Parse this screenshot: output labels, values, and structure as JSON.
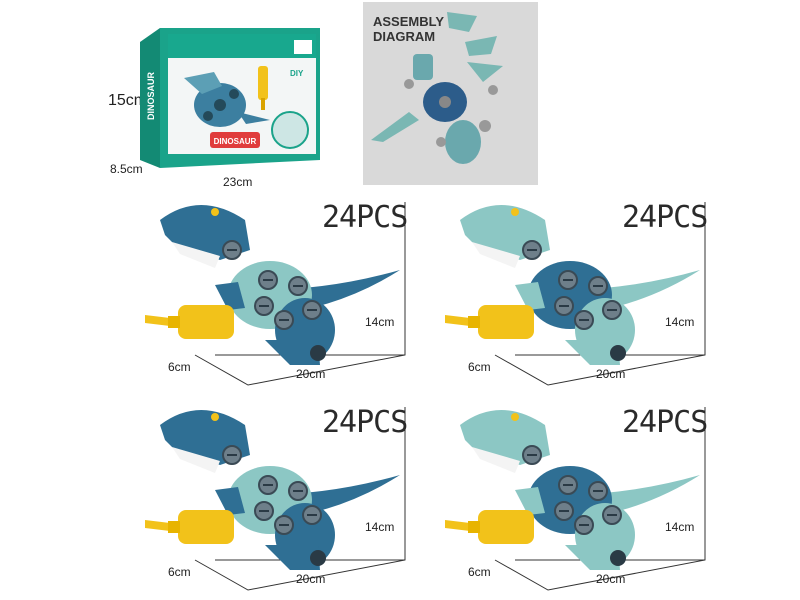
{
  "package": {
    "height_label": "15cm",
    "depth_label": "8.5cm",
    "width_label": "23cm",
    "brand_text": "DINOSAUR",
    "diy_text": "DIY"
  },
  "assembly": {
    "title_line1": "ASSEMBLY",
    "title_line2": "DIAGRAM"
  },
  "colors": {
    "navy_dino": "#2f6f94",
    "teal_dino": "#8cc7c4",
    "accent_yellow": "#f2c21a",
    "box_green": "#1aa38a"
  },
  "variants": [
    {
      "count": "24PCS",
      "height": "14cm",
      "depth": "6cm",
      "length": "20cm",
      "body": "#2f6f94",
      "accent": "#8cc7c4"
    },
    {
      "count": "24PCS",
      "height": "14cm",
      "depth": "6cm",
      "length": "20cm",
      "body": "#8cc7c4",
      "accent": "#2f6f94"
    },
    {
      "count": "24PCS",
      "height": "14cm",
      "depth": "6cm",
      "length": "20cm",
      "body": "#2f6f94",
      "accent": "#8cc7c4"
    },
    {
      "count": "24PCS",
      "height": "14cm",
      "depth": "6cm",
      "length": "20cm",
      "body": "#8cc7c4",
      "accent": "#2f6f94"
    }
  ]
}
